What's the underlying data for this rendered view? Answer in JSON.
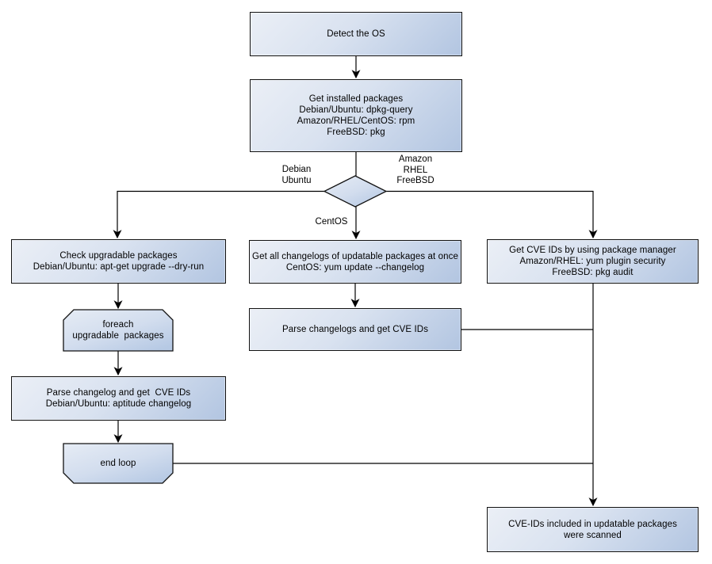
{
  "nodes": {
    "detect_os": {
      "label": "Detect the OS",
      "shape": "rect"
    },
    "get_installed_packages": {
      "label": "Get installed packages\nDebian/Ubuntu: dpkg-query\nAmazon/RHEL/CentOS: rpm\nFreeBSD: pkg",
      "shape": "rect"
    },
    "os_decision": {
      "label": "",
      "shape": "diamond"
    },
    "check_upgradable_packages": {
      "label": "Check upgradable packages\nDebian/Ubuntu: apt-get upgrade --dry-run",
      "shape": "rect"
    },
    "foreach_loop_start": {
      "label": "foreach\nupgradable  packages",
      "shape": "loop-start"
    },
    "parse_changelog_get_cve": {
      "label": "Parse changelog and get  CVE IDs\nDebian/Ubuntu: aptitude changelog",
      "shape": "rect"
    },
    "end_loop": {
      "label": "end loop",
      "shape": "loop-end"
    },
    "get_all_changelogs": {
      "label": "Get all changelogs of updatable packages at once\nCentOS: yum update --changelog",
      "shape": "rect"
    },
    "parse_changelogs_get_cve": {
      "label": "Parse changelogs and get CVE IDs",
      "shape": "rect"
    },
    "get_cve_by_pkg_manager": {
      "label": "Get CVE IDs by using package manager\nAmazon/RHEL: yum plugin security\nFreeBSD: pkg audit",
      "shape": "rect"
    },
    "result_scanned": {
      "label": "CVE-IDs included in updatable packages\nwere scanned",
      "shape": "rect"
    }
  },
  "edge_labels": {
    "debian_ubuntu": "Debian\nUbuntu",
    "amazon_rhel_freebsd": "Amazon\nRHEL\nFreeBSD",
    "centos": "CentOS"
  },
  "colors": {
    "node_fill_light": "#ebeff6",
    "node_fill_dark": "#b2c5e1",
    "node_border": "#121212",
    "line": "#000000",
    "text": "#000000",
    "background": "#ffffff"
  }
}
